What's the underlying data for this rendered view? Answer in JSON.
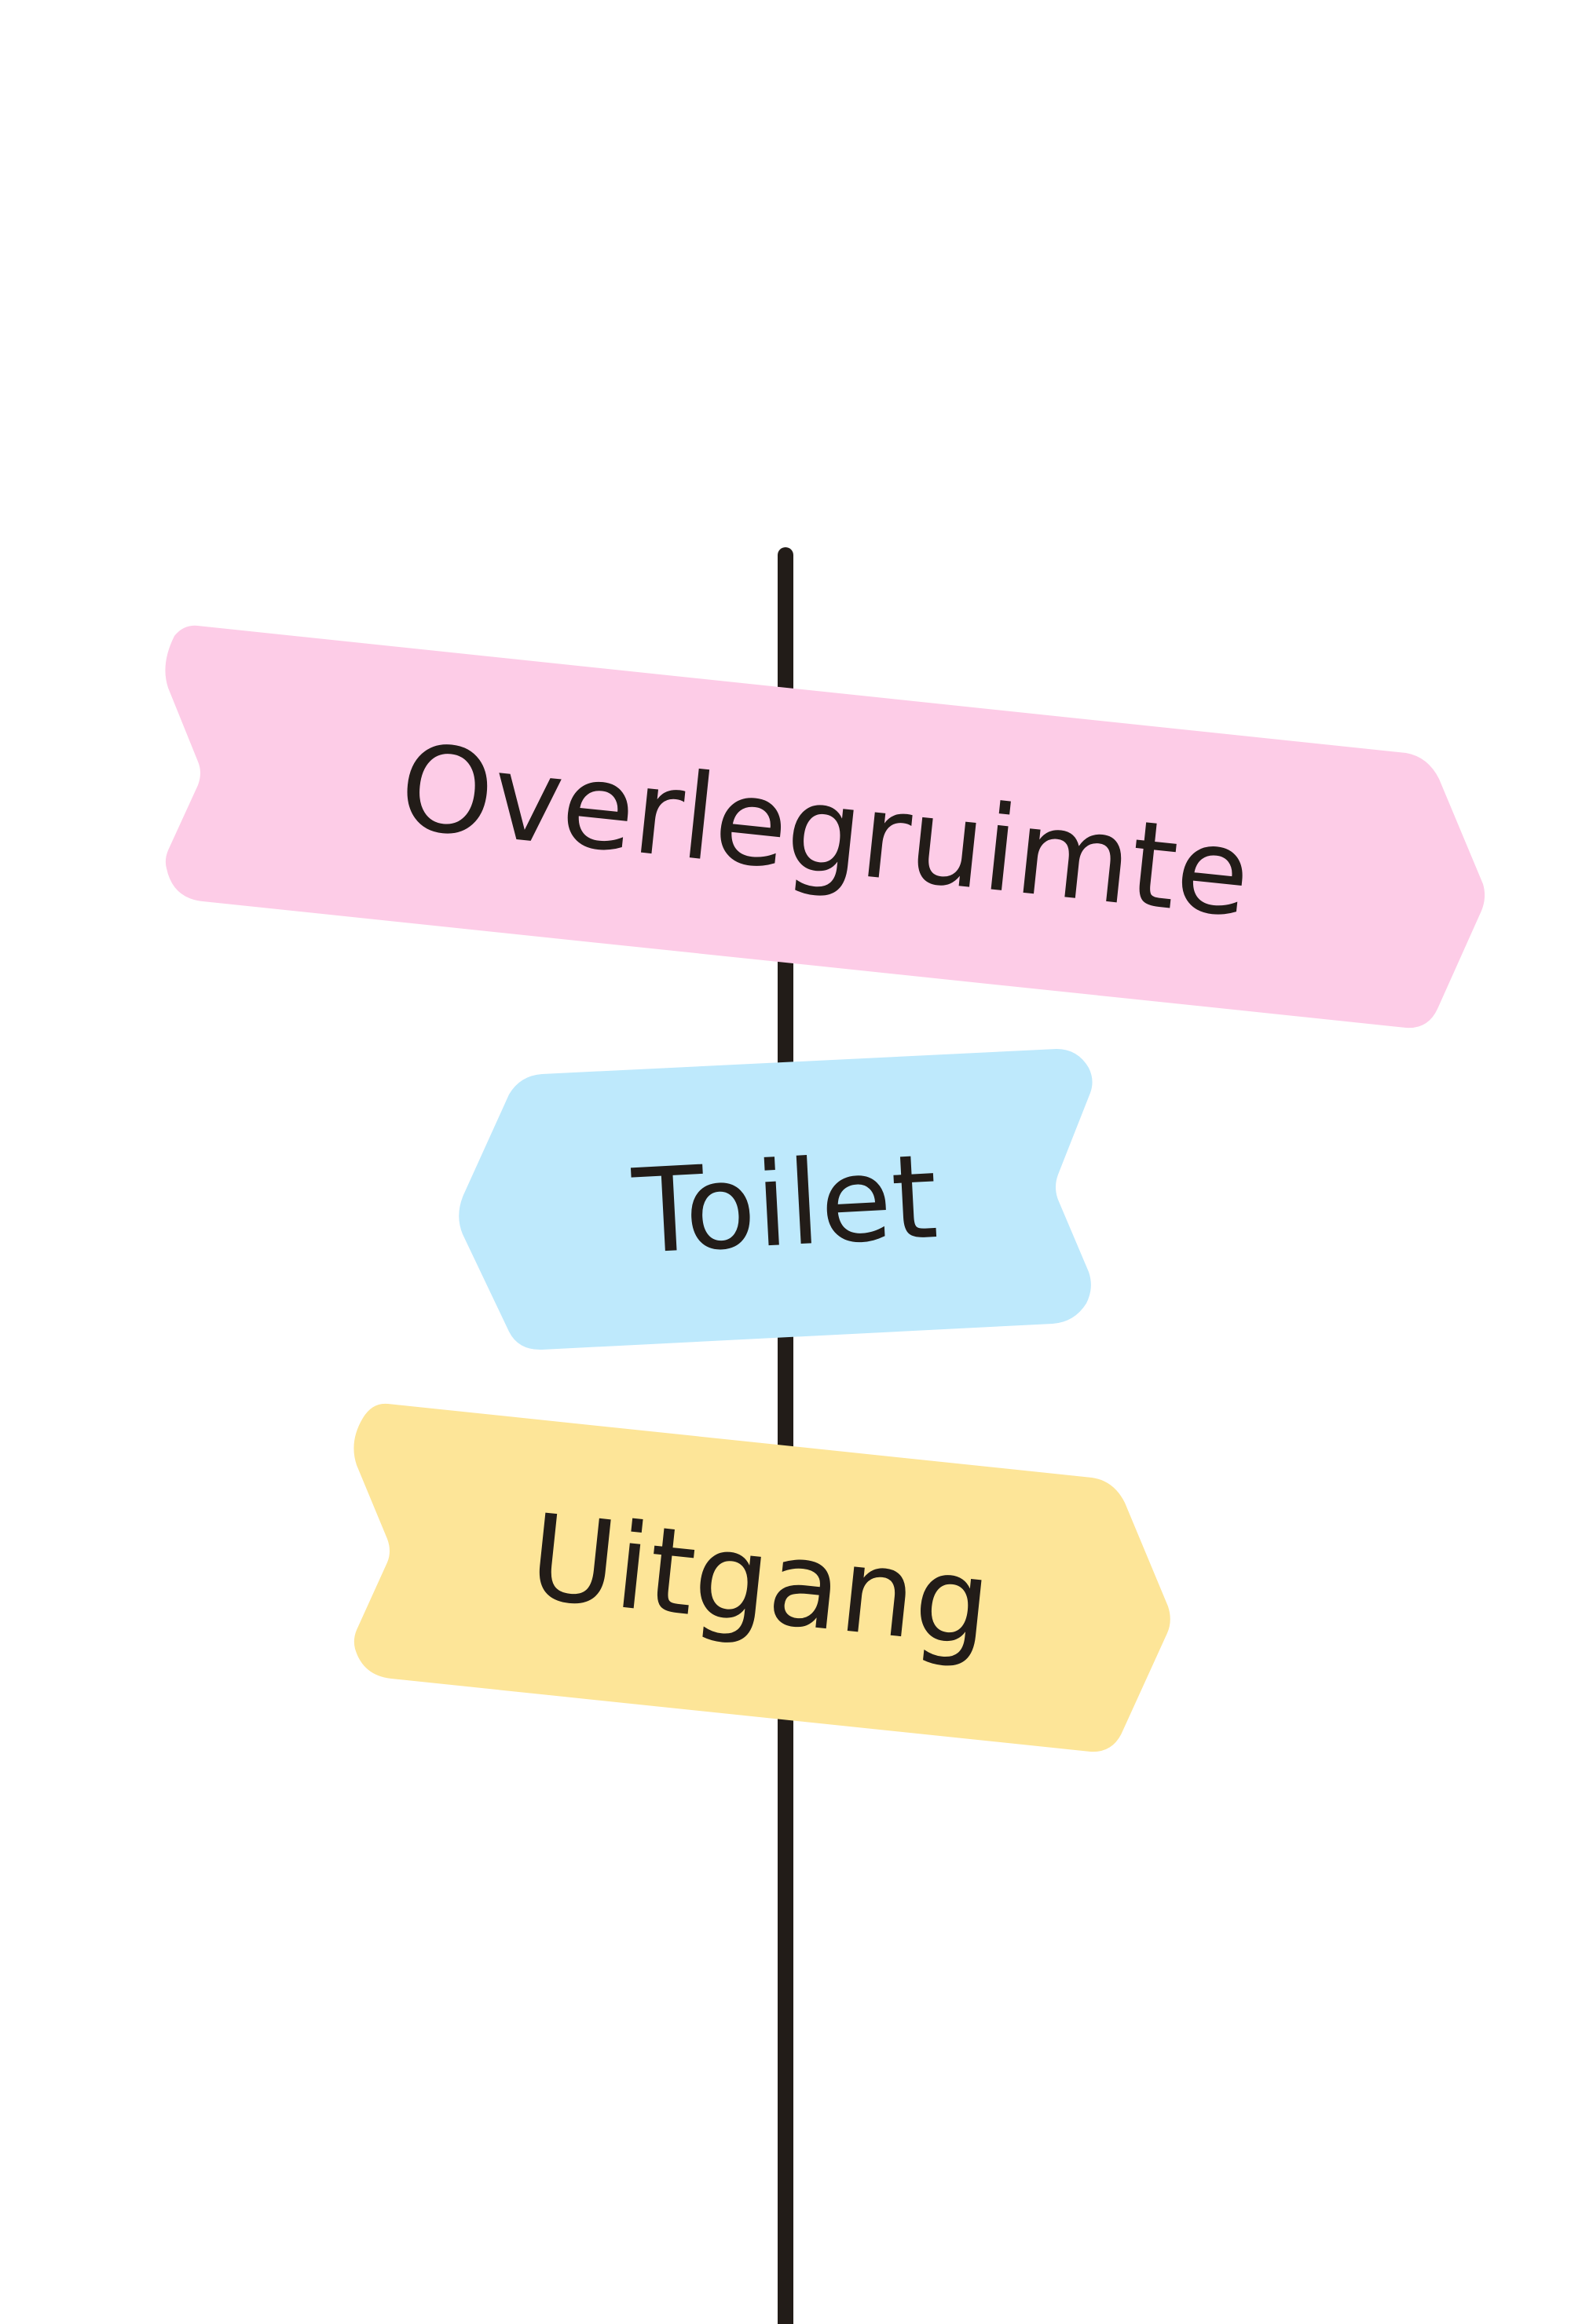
{
  "colors": {
    "background": "#ffffff",
    "pole": "#221c18",
    "text": "#221c18"
  },
  "signs": [
    {
      "label": "Overlegruimte",
      "color": "#fdcce7",
      "direction": "right"
    },
    {
      "label": "Toilet",
      "color": "#bee9fc",
      "direction": "left"
    },
    {
      "label": "Uitgang",
      "color": "#fde598",
      "direction": "right"
    }
  ]
}
